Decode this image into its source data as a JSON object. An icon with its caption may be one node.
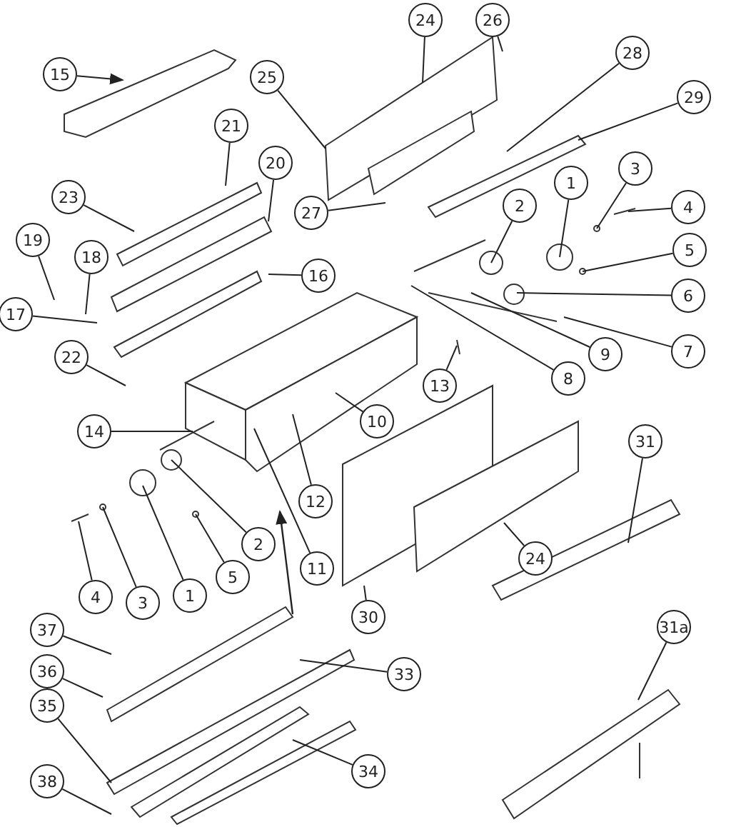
{
  "diagram": {
    "nodes": [
      {
        "text": [
          "15"
        ]
      },
      {
        "text": [
          "21"
        ]
      },
      {
        "text": [
          "20"
        ]
      },
      {
        "text": [
          "23"
        ]
      },
      {
        "text": [
          "19"
        ]
      },
      {
        "text": [
          "18"
        ]
      },
      {
        "text": [
          "16"
        ]
      },
      {
        "text": [
          "17"
        ]
      },
      {
        "text": [
          "22"
        ]
      },
      {
        "text": [
          "24"
        ]
      },
      {
        "text": [
          "26"
        ]
      },
      {
        "text": [
          "25"
        ]
      },
      {
        "text": [
          "28"
        ]
      },
      {
        "text": [
          "29"
        ]
      },
      {
        "text": [
          "27"
        ]
      },
      {
        "text": [
          "1"
        ]
      },
      {
        "text": [
          "2"
        ]
      },
      {
        "text": [
          "3"
        ]
      },
      {
        "text": [
          "4"
        ]
      },
      {
        "text": [
          "5"
        ]
      },
      {
        "text": [
          "6"
        ]
      },
      {
        "text": [
          "7"
        ]
      },
      {
        "text": [
          "9"
        ]
      },
      {
        "text": [
          "8"
        ]
      },
      {
        "text": [
          "13"
        ]
      },
      {
        "text": [
          "10"
        ]
      },
      {
        "text": [
          "14"
        ]
      },
      {
        "text": [
          "12"
        ]
      },
      {
        "text": [
          "11"
        ]
      },
      {
        "text": [
          "1"
        ]
      },
      {
        "text": [
          "2"
        ]
      },
      {
        "text": [
          "3"
        ]
      },
      {
        "text": [
          "4"
        ]
      },
      {
        "text": [
          "5"
        ]
      },
      {
        "text": [
          "30"
        ]
      },
      {
        "text": [
          "24"
        ]
      },
      {
        "text": [
          "31"
        ]
      },
      {
        "text": [
          "31a"
        ]
      },
      {
        "text": [
          "37"
        ]
      },
      {
        "text": [
          "36"
        ]
      },
      {
        "text": [
          "33"
        ]
      },
      {
        "text": [
          "35"
        ]
      },
      {
        "text": [
          "34"
        ]
      },
      {
        "text": [
          "38"
        ]
      }
    ],
    "edges": [
      {
        "from": 0,
        "to": null,
        "arrow": "to"
      },
      {
        "from": 1,
        "to": null,
        "arrow": "none"
      },
      {
        "from": 2,
        "to": null,
        "arrow": "none"
      },
      {
        "from": 3,
        "to": null,
        "arrow": "none"
      },
      {
        "from": 4,
        "to": null,
        "arrow": "none"
      },
      {
        "from": 5,
        "to": null,
        "arrow": "none"
      },
      {
        "from": 6,
        "to": null,
        "arrow": "none"
      },
      {
        "from": 7,
        "to": null,
        "arrow": "none"
      },
      {
        "from": 8,
        "to": null,
        "arrow": "none"
      },
      {
        "from": 9,
        "to": null,
        "arrow": "none"
      },
      {
        "from": 10,
        "to": null,
        "arrow": "none"
      },
      {
        "from": 11,
        "to": null,
        "arrow": "none"
      },
      {
        "from": 12,
        "to": null,
        "arrow": "none"
      },
      {
        "from": 13,
        "to": null,
        "arrow": "none"
      },
      {
        "from": 14,
        "to": null,
        "arrow": "none"
      },
      {
        "from": 15,
        "to": null,
        "arrow": "none"
      },
      {
        "from": 16,
        "to": null,
        "arrow": "none"
      },
      {
        "from": 17,
        "to": null,
        "arrow": "none"
      },
      {
        "from": 18,
        "to": null,
        "arrow": "none"
      },
      {
        "from": 19,
        "to": null,
        "arrow": "none"
      },
      {
        "from": 20,
        "to": null,
        "arrow": "none"
      },
      {
        "from": 21,
        "to": null,
        "arrow": "none"
      },
      {
        "from": 22,
        "to": null,
        "arrow": "none"
      },
      {
        "from": 23,
        "to": null,
        "arrow": "none"
      },
      {
        "from": 24,
        "to": null,
        "arrow": "none"
      },
      {
        "from": 25,
        "to": null,
        "arrow": "none"
      },
      {
        "from": 26,
        "to": null,
        "arrow": "none"
      },
      {
        "from": 27,
        "to": null,
        "arrow": "none"
      },
      {
        "from": 28,
        "to": null,
        "arrow": "none"
      },
      {
        "from": 29,
        "to": null,
        "arrow": "none"
      },
      {
        "from": 30,
        "to": null,
        "arrow": "none"
      },
      {
        "from": 31,
        "to": null,
        "arrow": "none"
      },
      {
        "from": 32,
        "to": null,
        "arrow": "none"
      },
      {
        "from": 33,
        "to": null,
        "arrow": "none"
      },
      {
        "from": 34,
        "to": null,
        "arrow": "none"
      },
      {
        "from": 35,
        "to": null,
        "arrow": "none"
      },
      {
        "from": 36,
        "to": null,
        "arrow": "none"
      },
      {
        "from": 37,
        "to": null,
        "arrow": "none"
      },
      {
        "from": 38,
        "to": null,
        "arrow": "none"
      },
      {
        "from": 39,
        "to": null,
        "arrow": "none"
      },
      {
        "from": 40,
        "to": null,
        "arrow": "none"
      },
      {
        "from": 41,
        "to": null,
        "arrow": "none"
      },
      {
        "from": 42,
        "to": null,
        "arrow": "none"
      },
      {
        "from": 43,
        "to": null,
        "arrow": "none"
      }
    ]
  }
}
